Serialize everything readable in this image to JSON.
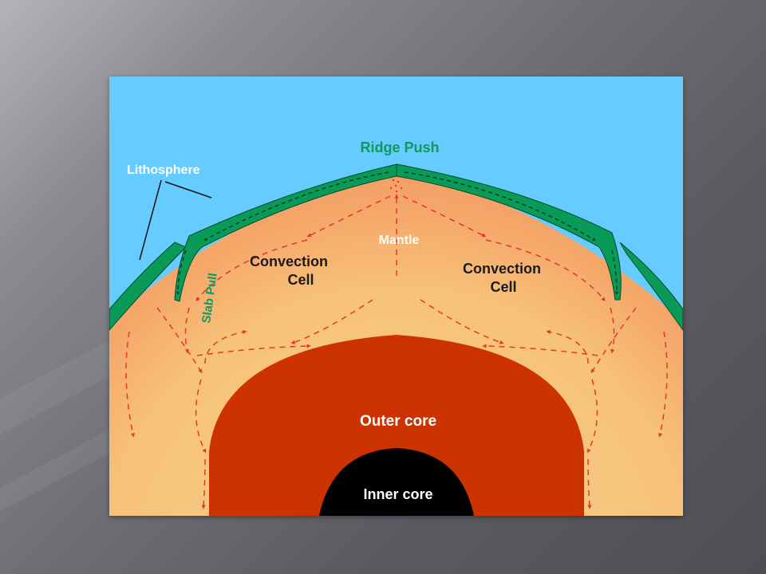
{
  "diagram": {
    "labels": {
      "ridge_push": "Ridge Push",
      "lithosphere": "Lithosphere",
      "slab_pull": "Slab Pull",
      "mantle": "Mantle",
      "convection_left_1": "Convection",
      "convection_left_2": "Cell",
      "convection_right_1": "Convection",
      "convection_right_2": "Cell",
      "outer_core": "Outer core",
      "inner_core": "Inner core"
    },
    "colors": {
      "ocean": "#66ccff",
      "lithosphere": "#0a9a58",
      "mantle_outer": "#f39a64",
      "mantle_inner": "#f7c27a",
      "outer_core": "#cc3300",
      "inner_core": "#000000",
      "arrows": "#e03a2a",
      "label_green": "#119960",
      "label_white": "#ffffff",
      "label_dark": "#1a1a1a"
    }
  }
}
